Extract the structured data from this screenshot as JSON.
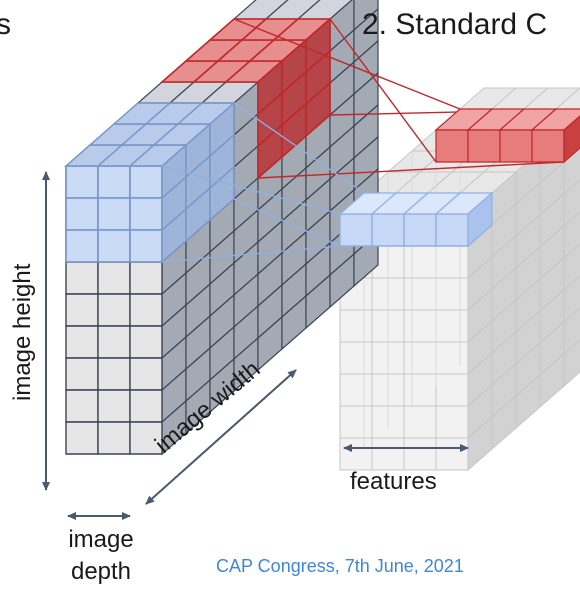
{
  "titles": {
    "left_fragment": "s",
    "right": "2. Standard C"
  },
  "labels": {
    "image_height": "image height",
    "image_width": "image width",
    "image_depth_line1": "image",
    "image_depth_line2": "depth",
    "features": "features"
  },
  "footer": "CAP Congress, 7th June, 2021",
  "colors": {
    "grid_front": "#e6e6e6",
    "grid_side": "#a4aab4",
    "grid_top": "#d2d6dc",
    "grid_line": "#3c4658",
    "highlight_red_fill": "#e88a8a",
    "highlight_red_line": "#c0282a",
    "highlight_blue_fill": "#c7d9f6",
    "highlight_blue_line": "#8fb0e6",
    "ghost_line": "#c6c6c6",
    "arrow": "#4a5a70",
    "footer_text": "#3f86d6"
  }
}
